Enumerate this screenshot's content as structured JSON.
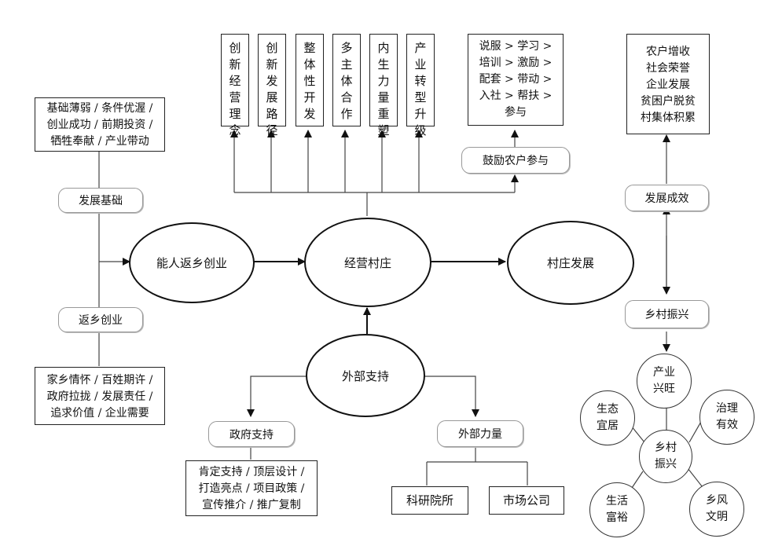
{
  "top_boxes": [
    "创\n新\n经\n营\n理\n念",
    "创\n新\n发\n展\n路\n径",
    "整\n体\n性\n开\n发",
    "多\n主\n体\n合\n作",
    "内\n生\n力\n量\n重\n塑",
    "产\n业\n转\n型\n升\n级"
  ],
  "participation_box": "说服 > 学习 >\n培训 > 激励 >\n配套 > 带动 >\n入社 > 帮扶 >\n参与",
  "encourage_pill": "鼓励农户参与",
  "results_box": "农户增收\n社会荣誉\n企业发展\n贫困户脱贫\n村集体积累",
  "results_pill": "发展成效",
  "basis_box": "基础薄弱 / 条件优渥 /\n创业成功 / 前期投资 /\n牺牲奉献 / 产业带动",
  "basis_pill": "发展基础",
  "return_pill": "返乡创业",
  "return_box": "家乡情怀 / 百姓期许 /\n政府拉拢 / 发展责任 /\n追求价值 / 企业需要",
  "ovals": {
    "entrepreneur": "能人返乡创业",
    "operate": "经营村庄",
    "village": "村庄发展",
    "external": "外部支持"
  },
  "revival_pill": "乡村振兴",
  "gov_pill": "政府支持",
  "gov_box": "肯定支持 / 顶层设计 /\n打造亮点 / 项目政策 /\n宣传推介 / 推广复制",
  "ext_pill": "外部力量",
  "research_box": "科研院所",
  "market_box": "市场公司",
  "revival_center": "乡村\n振兴",
  "revival_items": [
    "产业\n兴旺",
    "治理\n有效",
    "乡风\n文明",
    "生活\n富裕",
    "生态\n宜居"
  ]
}
